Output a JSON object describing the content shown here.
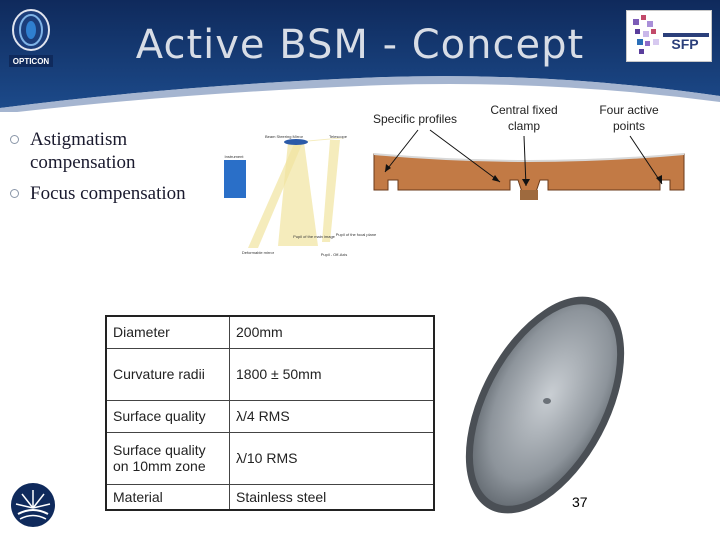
{
  "slide": {
    "title": "Active BSM - Concept",
    "page_number": "37"
  },
  "logos": {
    "left": {
      "label": "OPTICON",
      "icon": "opticon-logo-icon"
    },
    "right": {
      "label": "SFP",
      "icon": "sfp-logo-icon"
    },
    "bottom": {
      "icon": "bottom-logo-icon"
    }
  },
  "bullets": [
    {
      "text": "Astigmatism compensation"
    },
    {
      "text": "Focus compensation"
    }
  ],
  "optics_diagram": {
    "labels": {
      "beam_steering_mirror": "Beam Steering Mirror",
      "telescope": "Telescope",
      "instrument": "Instrument",
      "pupil_image": "Pupil of the\nmain image",
      "focal_plane": "Pupil of the\nfocal plane",
      "deformable_mirror": "Deformable mirror",
      "pupil_off_axis": "Pupil - Off-Axis"
    }
  },
  "mirror_section": {
    "labels": {
      "specific_profiles": "Specific profiles",
      "central_fixed_clamp": "Central fixed\nclamp",
      "four_active_points": "Four active\npoints"
    }
  },
  "specs": {
    "rows": [
      {
        "key": "Diameter",
        "value": "200mm"
      },
      {
        "key": "Curvature radii",
        "value": "1800 ± 50mm"
      },
      {
        "key": "Surface quality",
        "value": "λ/4 RMS"
      },
      {
        "key": "Surface quality on 10mm zone",
        "value": "λ/10 RMS"
      },
      {
        "key": "Material",
        "value": "Stainless steel"
      }
    ]
  },
  "colors": {
    "header_dark": "#0f2a5c",
    "header_mid": "#1c4a8a",
    "title": "#d8dde6",
    "mirror_fill": "#c27a45",
    "beam": "#f1e4a0"
  }
}
